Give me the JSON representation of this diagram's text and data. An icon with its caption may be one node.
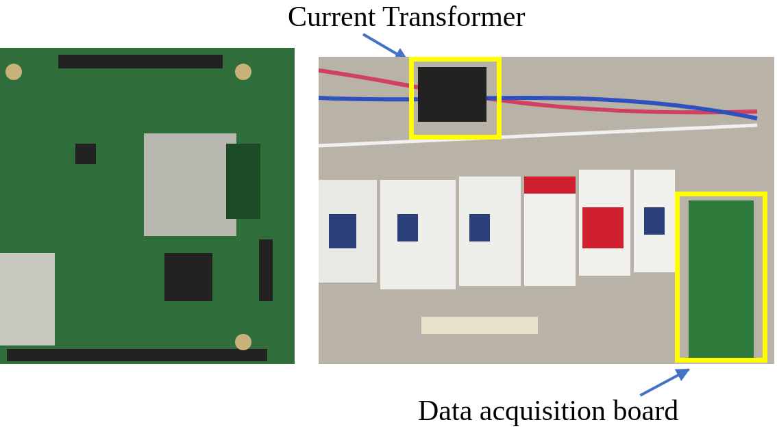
{
  "diagram": {
    "nodes": [
      {
        "text": [
          "Current Transformer"
        ]
      },
      {
        "text": [],
        "shape": "picture"
      },
      {
        "text": [],
        "shape": "picture"
      },
      {
        "text": [],
        "shape": "box",
        "in": 2
      },
      {
        "text": [],
        "shape": "box",
        "in": 2
      },
      {
        "text": [
          "Data acquisition board"
        ]
      }
    ],
    "edges": [
      {
        "from": 0,
        "to": 3,
        "arrow": "to"
      },
      {
        "from": 5,
        "to": 4,
        "arrow": "to"
      }
    ]
  }
}
